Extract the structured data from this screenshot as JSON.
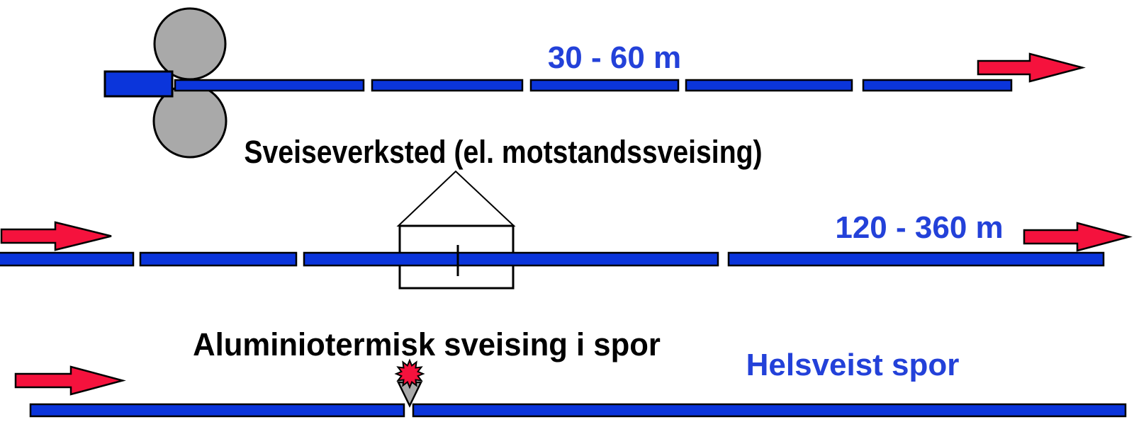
{
  "colors": {
    "rail_blue": "#0B35DB",
    "label_blue": "#2341D9",
    "arrow_red": "#F5123D",
    "roller_gray": "#A9A9A9",
    "outline_black": "#000000",
    "background": "#FFFFFF"
  },
  "rows": {
    "rolling_mill": {
      "length_label": "30 - 60 m",
      "segments": 5,
      "icons": [
        "rolling-mill-icon",
        "forward-arrow-icon"
      ]
    },
    "welding_workshop": {
      "title": "Sveiseverksted (el. motstandssveising)",
      "length_label": "120 - 360 m",
      "segments": 4,
      "icons": [
        "forward-arrow-icon",
        "workshop-house-icon",
        "weld-joint-mark",
        "forward-arrow-icon"
      ]
    },
    "thermite_welding": {
      "title": "Aluminiotermisk sveising i spor",
      "track_label": "Helsveist spor",
      "segments": 2,
      "icons": [
        "forward-arrow-icon",
        "thermite-flame-icon",
        "crucible-icon"
      ]
    }
  }
}
